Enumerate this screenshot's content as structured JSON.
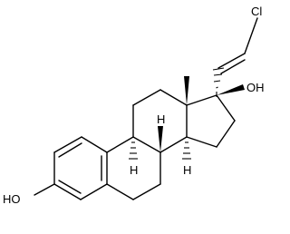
{
  "molecule": {
    "atom_labels": {
      "chlorine": "Cl",
      "oh_17": "OH",
      "oh_3": "HO",
      "h_9": "H",
      "h_8": "H",
      "h_14": "H"
    }
  }
}
